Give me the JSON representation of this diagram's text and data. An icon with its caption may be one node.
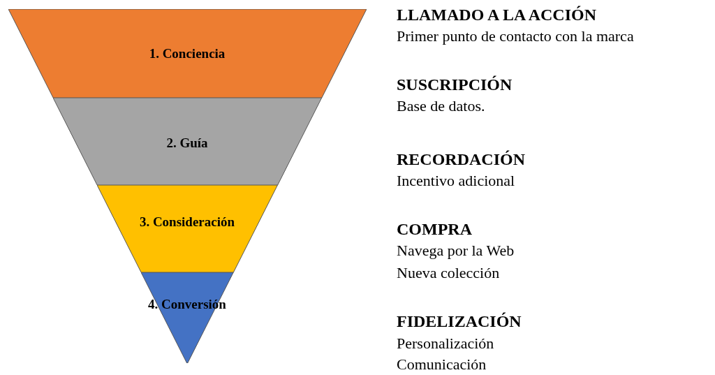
{
  "diagram": {
    "nodes": [
      {
        "text": [
          "1. Conciencia"
        ]
      },
      {
        "text": [
          "2. Guía"
        ]
      },
      {
        "text": [
          "3. Consideración"
        ]
      },
      {
        "text": [
          "4. Conversión"
        ]
      }
    ],
    "labels": [
      "LLAMADO A LA ACCIÓN",
      "Primer punto de contacto con la marca",
      "SUSCRIPCIÓN",
      "Base de datos.",
      "RECORDACIÓN",
      "Incentivo adicional",
      "COMPRA",
      "Navega por la Web",
      "Nueva colección",
      "FIDELIZACIÓN",
      "Personalización",
      "Comunicación"
    ]
  }
}
